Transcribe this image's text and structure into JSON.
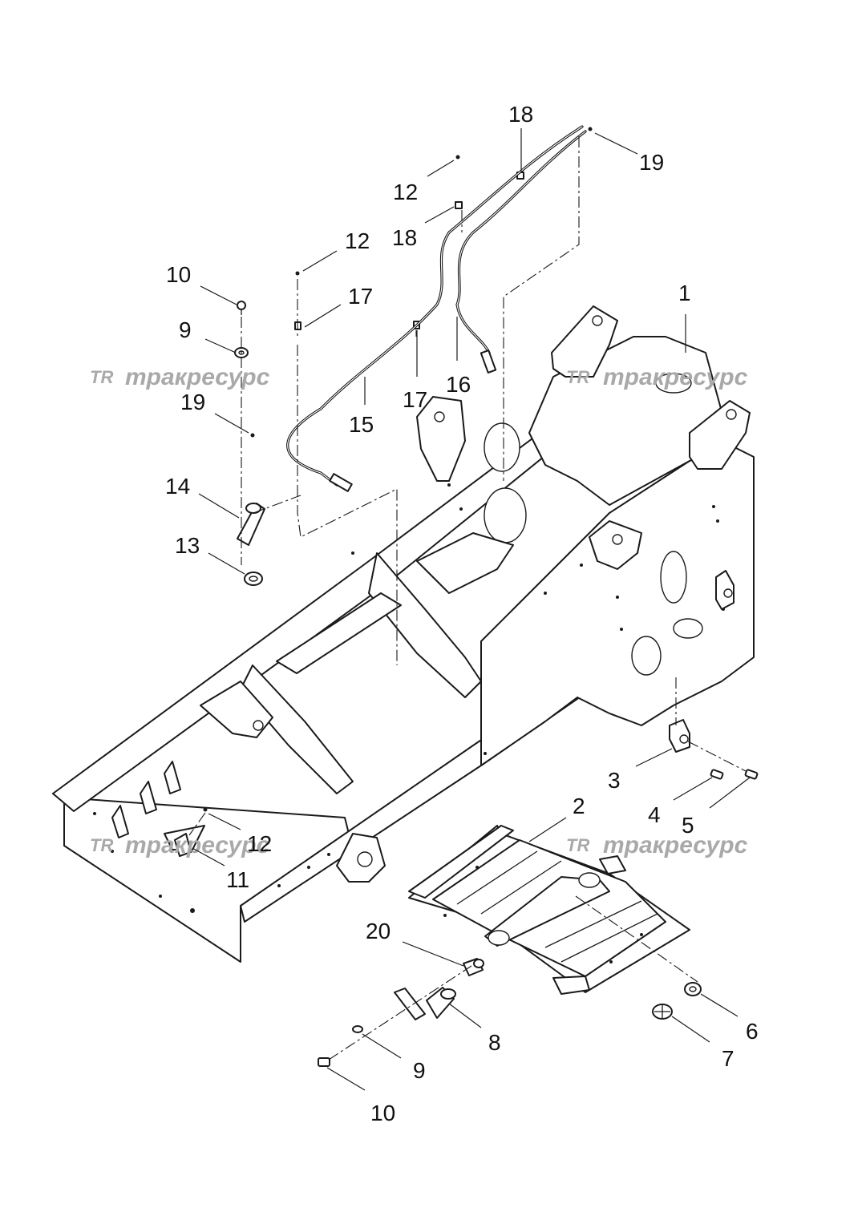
{
  "watermark": {
    "logo": "TR",
    "text": "тракресурс"
  },
  "callouts": {
    "c1": "1",
    "c2": "2",
    "c3": "3",
    "c4": "4",
    "c5": "5",
    "c6": "6",
    "c7": "7",
    "c8": "8",
    "c9a": "9",
    "c9b": "9",
    "c10a": "10",
    "c10b": "10",
    "c11": "11",
    "c12a": "12",
    "c12b": "12",
    "c12c": "12",
    "c13": "13",
    "c14": "14",
    "c15": "15",
    "c16": "16",
    "c17a": "17",
    "c17b": "17",
    "c18a": "18",
    "c18b": "18",
    "c19a": "19",
    "c19b": "19",
    "c20": "20"
  }
}
